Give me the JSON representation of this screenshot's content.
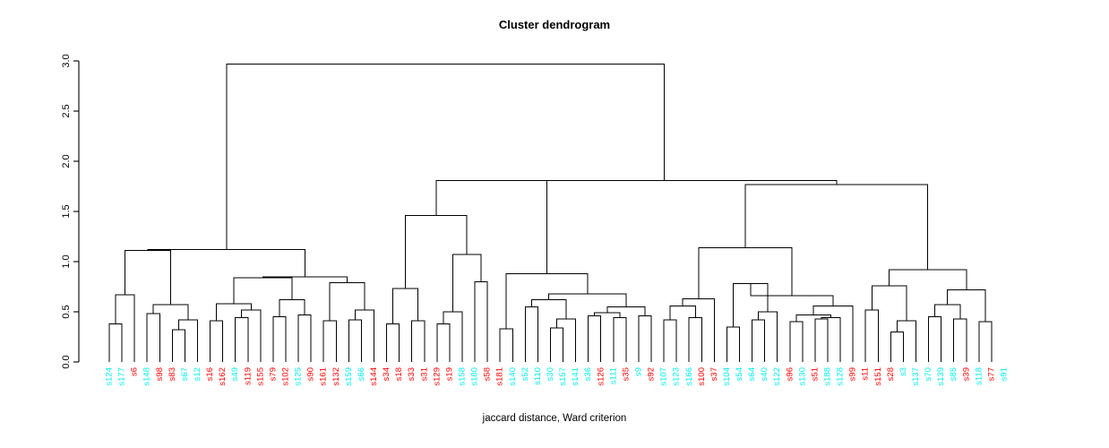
{
  "plot": {
    "title": "Cluster dendrogram",
    "xlabel": "jaccard distance, Ward criterion",
    "ylabel": "",
    "background": "#ffffff",
    "line_color": "#000000"
  },
  "chart_data": {
    "type": "dendrogram",
    "title": "Cluster dendrogram",
    "xlabel": "jaccard distance, Ward criterion",
    "ylabel": "",
    "ylim": [
      0.0,
      3.0
    ],
    "yticks": [
      0.0,
      0.5,
      1.0,
      1.5,
      2.0,
      2.5,
      3.0
    ],
    "ytick_labels": [
      "0.0",
      "0.5",
      "1.0",
      "1.5",
      "2.0",
      "2.5",
      "3.0"
    ],
    "grid": false,
    "legend": "none",
    "leaf_colors": {
      "cyan": "#00f0f0",
      "red": "#ff0000"
    },
    "leaves": [
      {
        "label": "s124",
        "color": "cyan"
      },
      {
        "label": "s177",
        "color": "cyan"
      },
      {
        "label": "s6",
        "color": "red"
      },
      {
        "label": "s148",
        "color": "cyan"
      },
      {
        "label": "s98",
        "color": "red"
      },
      {
        "label": "s83",
        "color": "red"
      },
      {
        "label": "s67",
        "color": "cyan"
      },
      {
        "label": "s12",
        "color": "cyan"
      },
      {
        "label": "s16",
        "color": "red"
      },
      {
        "label": "s162",
        "color": "red"
      },
      {
        "label": "s49",
        "color": "cyan"
      },
      {
        "label": "s119",
        "color": "red"
      },
      {
        "label": "s155",
        "color": "red"
      },
      {
        "label": "s79",
        "color": "red"
      },
      {
        "label": "s102",
        "color": "red"
      },
      {
        "label": "s125",
        "color": "cyan"
      },
      {
        "label": "s90",
        "color": "red"
      },
      {
        "label": "s161",
        "color": "red"
      },
      {
        "label": "s132",
        "color": "red"
      },
      {
        "label": "s159",
        "color": "cyan"
      },
      {
        "label": "s66",
        "color": "cyan"
      },
      {
        "label": "s144",
        "color": "red"
      },
      {
        "label": "s34",
        "color": "red"
      },
      {
        "label": "s18",
        "color": "red"
      },
      {
        "label": "s33",
        "color": "red"
      },
      {
        "label": "s31",
        "color": "red"
      },
      {
        "label": "s129",
        "color": "red"
      },
      {
        "label": "s19",
        "color": "red"
      },
      {
        "label": "s158",
        "color": "cyan"
      },
      {
        "label": "s180",
        "color": "cyan"
      },
      {
        "label": "s58",
        "color": "red"
      },
      {
        "label": "s181",
        "color": "red"
      },
      {
        "label": "s140",
        "color": "cyan"
      },
      {
        "label": "s52",
        "color": "cyan"
      },
      {
        "label": "s110",
        "color": "cyan"
      },
      {
        "label": "s30",
        "color": "cyan"
      },
      {
        "label": "s157",
        "color": "cyan"
      },
      {
        "label": "s141",
        "color": "cyan"
      },
      {
        "label": "s36",
        "color": "cyan"
      },
      {
        "label": "s126",
        "color": "red"
      },
      {
        "label": "s111",
        "color": "cyan"
      },
      {
        "label": "s35",
        "color": "red"
      },
      {
        "label": "s9",
        "color": "cyan"
      },
      {
        "label": "s92",
        "color": "red"
      },
      {
        "label": "s107",
        "color": "cyan"
      },
      {
        "label": "s123",
        "color": "cyan"
      },
      {
        "label": "s166",
        "color": "cyan"
      },
      {
        "label": "s100",
        "color": "red"
      },
      {
        "label": "s37",
        "color": "red"
      },
      {
        "label": "s104",
        "color": "cyan"
      },
      {
        "label": "s54",
        "color": "cyan"
      },
      {
        "label": "s64",
        "color": "cyan"
      },
      {
        "label": "s40",
        "color": "cyan"
      },
      {
        "label": "s122",
        "color": "cyan"
      },
      {
        "label": "s96",
        "color": "red"
      },
      {
        "label": "s130",
        "color": "cyan"
      },
      {
        "label": "s51",
        "color": "red"
      },
      {
        "label": "s188",
        "color": "cyan"
      },
      {
        "label": "s128",
        "color": "cyan"
      },
      {
        "label": "s99",
        "color": "red"
      },
      {
        "label": "s11",
        "color": "red"
      },
      {
        "label": "s151",
        "color": "red"
      },
      {
        "label": "s28",
        "color": "red"
      },
      {
        "label": "s3",
        "color": "cyan"
      },
      {
        "label": "s137",
        "color": "cyan"
      },
      {
        "label": "s70",
        "color": "cyan"
      },
      {
        "label": "s139",
        "color": "cyan"
      },
      {
        "label": "s85",
        "color": "cyan"
      },
      {
        "label": "s39",
        "color": "red"
      },
      {
        "label": "s118",
        "color": "cyan"
      },
      {
        "label": "s77",
        "color": "red"
      },
      {
        "label": "s91",
        "color": "cyan"
      }
    ],
    "merges": [
      {
        "id": "m1",
        "a": {
          "leaf": 0
        },
        "b": {
          "leaf": 1
        },
        "height": 0.38
      },
      {
        "id": "m2",
        "a": {
          "node": "m1"
        },
        "b": {
          "leaf": 2
        },
        "height": 0.67
      },
      {
        "id": "m3",
        "a": {
          "leaf": 3
        },
        "b": {
          "leaf": 4
        },
        "height": 0.48
      },
      {
        "id": "m4",
        "a": {
          "leaf": 5
        },
        "b": {
          "leaf": 6
        },
        "height": 0.32
      },
      {
        "id": "m5",
        "a": {
          "node": "m4"
        },
        "b": {
          "leaf": 7
        },
        "height": 0.42
      },
      {
        "id": "m6",
        "a": {
          "node": "m3"
        },
        "b": {
          "node": "m5"
        },
        "height": 0.57
      },
      {
        "id": "m7",
        "a": {
          "node": "m2"
        },
        "b": {
          "node": "m6"
        },
        "height": 1.11
      },
      {
        "id": "m8",
        "a": {
          "leaf": 8
        },
        "b": {
          "leaf": 9
        },
        "height": 0.41
      },
      {
        "id": "m9",
        "a": {
          "leaf": 10
        },
        "b": {
          "leaf": 11
        },
        "height": 0.44
      },
      {
        "id": "m10",
        "a": {
          "node": "m9"
        },
        "b": {
          "leaf": 12
        },
        "height": 0.52
      },
      {
        "id": "m11",
        "a": {
          "node": "m8"
        },
        "b": {
          "node": "m10"
        },
        "height": 0.58
      },
      {
        "id": "m12",
        "a": {
          "leaf": 13
        },
        "b": {
          "leaf": 14
        },
        "height": 0.45
      },
      {
        "id": "m13",
        "a": {
          "leaf": 15
        },
        "b": {
          "leaf": 16
        },
        "height": 0.47
      },
      {
        "id": "m14",
        "a": {
          "node": "m12"
        },
        "b": {
          "node": "m13"
        },
        "height": 0.62
      },
      {
        "id": "m15",
        "a": {
          "node": "m11"
        },
        "b": {
          "node": "m14"
        },
        "height": 0.84
      },
      {
        "id": "m16",
        "a": {
          "leaf": 17
        },
        "b": {
          "leaf": 18
        },
        "height": 0.41
      },
      {
        "id": "m17",
        "a": {
          "leaf": 19
        },
        "b": {
          "leaf": 20
        },
        "height": 0.42
      },
      {
        "id": "m18",
        "a": {
          "node": "m17"
        },
        "b": {
          "leaf": 21
        },
        "height": 0.52
      },
      {
        "id": "m19",
        "a": {
          "node": "m16"
        },
        "b": {
          "node": "m18"
        },
        "height": 0.79
      },
      {
        "id": "m20",
        "a": {
          "node": "m15"
        },
        "b": {
          "node": "m19"
        },
        "height": 0.85
      },
      {
        "id": "m21",
        "a": {
          "node": "m7"
        },
        "b": {
          "node": "m20"
        },
        "height": 1.12
      },
      {
        "id": "m22",
        "a": {
          "leaf": 22
        },
        "b": {
          "leaf": 23
        },
        "height": 0.38
      },
      {
        "id": "m23",
        "a": {
          "leaf": 24
        },
        "b": {
          "leaf": 25
        },
        "height": 0.41
      },
      {
        "id": "m24",
        "a": {
          "node": "m22"
        },
        "b": {
          "node": "m23"
        },
        "height": 0.73
      },
      {
        "id": "m25",
        "a": {
          "leaf": 26
        },
        "b": {
          "leaf": 27
        },
        "height": 0.38
      },
      {
        "id": "m26",
        "a": {
          "node": "m25"
        },
        "b": {
          "leaf": 28
        },
        "height": 0.5
      },
      {
        "id": "m27",
        "a": {
          "leaf": 29
        },
        "b": {
          "leaf": 30
        },
        "height": 0.8
      },
      {
        "id": "m28",
        "a": {
          "node": "m26"
        },
        "b": {
          "node": "m27"
        },
        "height": 1.07
      },
      {
        "id": "m29",
        "a": {
          "node": "m24"
        },
        "b": {
          "node": "m28"
        },
        "height": 1.46
      },
      {
        "id": "m30",
        "a": {
          "leaf": 31
        },
        "b": {
          "leaf": 32
        },
        "height": 0.33
      },
      {
        "id": "m31",
        "a": {
          "leaf": 33
        },
        "b": {
          "leaf": 34
        },
        "height": 0.55
      },
      {
        "id": "m32",
        "a": {
          "leaf": 35
        },
        "b": {
          "leaf": 36
        },
        "height": 0.34
      },
      {
        "id": "m33",
        "a": {
          "node": "m32"
        },
        "b": {
          "leaf": 37
        },
        "height": 0.43
      },
      {
        "id": "m34",
        "a": {
          "node": "m31"
        },
        "b": {
          "node": "m33"
        },
        "height": 0.62
      },
      {
        "id": "m35",
        "a": {
          "leaf": 38
        },
        "b": {
          "leaf": 39
        },
        "height": 0.46
      },
      {
        "id": "m36",
        "a": {
          "leaf": 40
        },
        "b": {
          "leaf": 41
        },
        "height": 0.44
      },
      {
        "id": "m37",
        "a": {
          "node": "m35"
        },
        "b": {
          "node": "m36"
        },
        "height": 0.49
      },
      {
        "id": "m38",
        "a": {
          "leaf": 42
        },
        "b": {
          "leaf": 43
        },
        "height": 0.46
      },
      {
        "id": "m39",
        "a": {
          "node": "m37"
        },
        "b": {
          "node": "m38"
        },
        "height": 0.55
      },
      {
        "id": "m40",
        "a": {
          "node": "m34"
        },
        "b": {
          "node": "m39"
        },
        "height": 0.68
      },
      {
        "id": "m41",
        "a": {
          "node": "m30"
        },
        "b": {
          "node": "m40"
        },
        "height": 0.88
      },
      {
        "id": "m42",
        "a": {
          "node": "m29"
        },
        "b": {
          "node": "m41"
        },
        "height": 1.81
      },
      {
        "id": "m43",
        "a": {
          "leaf": 44
        },
        "b": {
          "leaf": 45
        },
        "height": 0.42
      },
      {
        "id": "m44",
        "a": {
          "leaf": 46
        },
        "b": {
          "leaf": 47
        },
        "height": 0.44
      },
      {
        "id": "m45",
        "a": {
          "node": "m43"
        },
        "b": {
          "node": "m44"
        },
        "height": 0.56
      },
      {
        "id": "m46",
        "a": {
          "node": "m45"
        },
        "b": {
          "leaf": 48
        },
        "height": 0.63
      },
      {
        "id": "m47",
        "a": {
          "leaf": 49
        },
        "b": {
          "leaf": 50
        },
        "height": 0.35
      },
      {
        "id": "m48",
        "a": {
          "leaf": 51
        },
        "b": {
          "leaf": 52
        },
        "height": 0.42
      },
      {
        "id": "m49",
        "a": {
          "node": "m48"
        },
        "b": {
          "leaf": 53
        },
        "height": 0.5
      },
      {
        "id": "m50",
        "a": {
          "node": "m47"
        },
        "b": {
          "node": "m49"
        },
        "height": 0.78
      },
      {
        "id": "m51",
        "a": {
          "leaf": 54
        },
        "b": {
          "leaf": 55
        },
        "height": 0.4
      },
      {
        "id": "m52",
        "a": {
          "leaf": 56
        },
        "b": {
          "leaf": 57
        },
        "height": 0.43
      },
      {
        "id": "m53",
        "a": {
          "node": "m52"
        },
        "b": {
          "leaf": 58
        },
        "height": 0.44
      },
      {
        "id": "m54",
        "a": {
          "node": "m51"
        },
        "b": {
          "node": "m53"
        },
        "height": 0.47
      },
      {
        "id": "m55",
        "a": {
          "node": "m54"
        },
        "b": {
          "leaf": 59
        },
        "height": 0.56
      },
      {
        "id": "m56",
        "a": {
          "node": "m50"
        },
        "b": {
          "node": "m55"
        },
        "height": 0.66
      },
      {
        "id": "m57",
        "a": {
          "node": "m46"
        },
        "b": {
          "node": "m56"
        },
        "height": 1.14
      },
      {
        "id": "m58",
        "a": {
          "leaf": 60
        },
        "b": {
          "leaf": 61
        },
        "height": 0.52
      },
      {
        "id": "m59",
        "a": {
          "leaf": 62
        },
        "b": {
          "leaf": 63
        },
        "height": 0.3
      },
      {
        "id": "m60",
        "a": {
          "node": "m59"
        },
        "b": {
          "leaf": 64
        },
        "height": 0.41
      },
      {
        "id": "m61",
        "a": {
          "node": "m58"
        },
        "b": {
          "node": "m60"
        },
        "height": 0.76
      },
      {
        "id": "m62",
        "a": {
          "leaf": 65
        },
        "b": {
          "leaf": 66
        },
        "height": 0.45
      },
      {
        "id": "m63",
        "a": {
          "leaf": 67
        },
        "b": {
          "leaf": 68
        },
        "height": 0.43
      },
      {
        "id": "m64",
        "a": {
          "node": "m62"
        },
        "b": {
          "node": "m63"
        },
        "height": 0.57
      },
      {
        "id": "m65",
        "a": {
          "leaf": 69
        },
        "b": {
          "leaf": 70
        },
        "height": 0.4
      },
      {
        "id": "m66",
        "a": {
          "node": "m64"
        },
        "b": {
          "node": "m65"
        },
        "height": 0.72
      },
      {
        "id": "m67",
        "a": {
          "node": "m61"
        },
        "b": {
          "node": "m66"
        },
        "height": 0.92
      },
      {
        "id": "m68",
        "a": {
          "node": "m57"
        },
        "b": {
          "node": "m67"
        },
        "height": 1.77
      },
      {
        "id": "m69",
        "a": {
          "node": "m42"
        },
        "b": {
          "node": "m68"
        },
        "height": 1.81
      },
      {
        "id": "m70",
        "a": {
          "node": "m21"
        },
        "b": {
          "node": "m69"
        },
        "height": 2.97
      }
    ]
  }
}
